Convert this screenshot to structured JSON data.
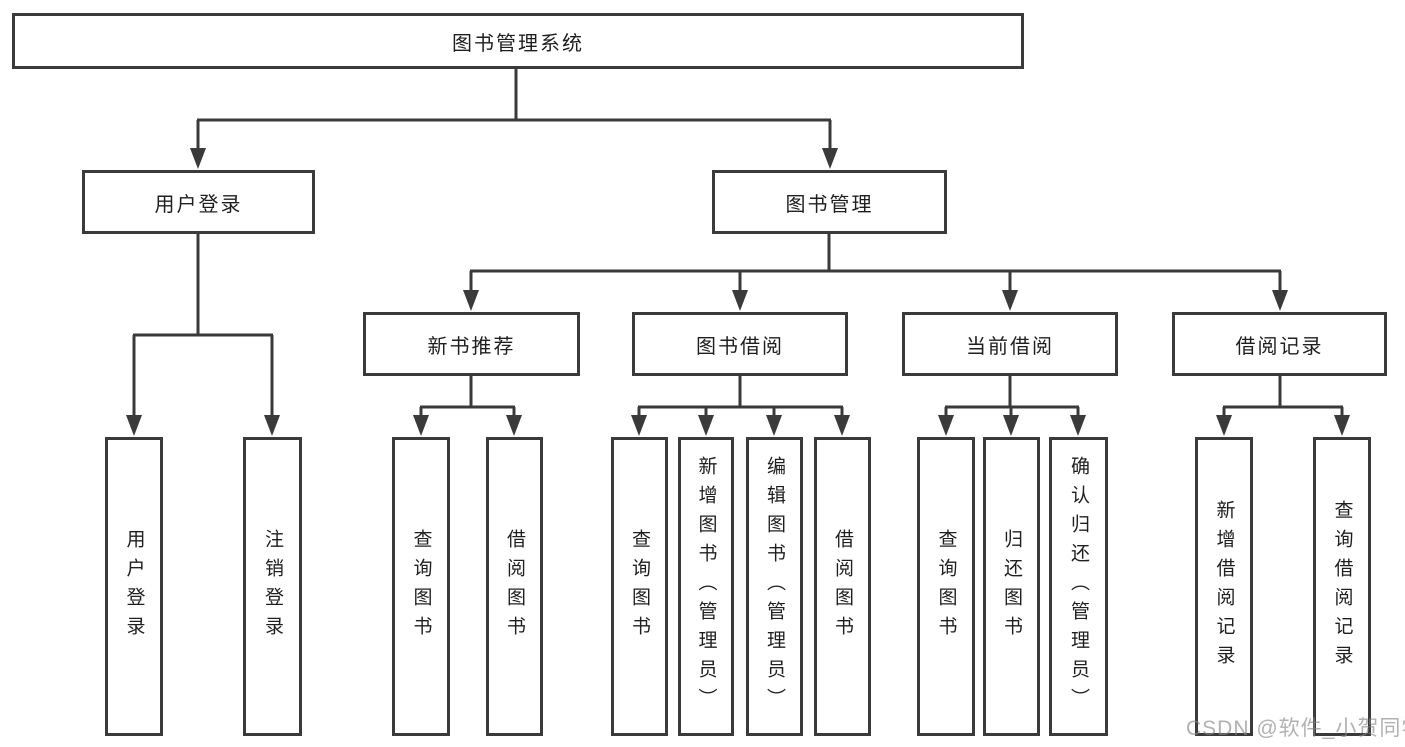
{
  "diagram": {
    "root": {
      "label": "图书管理系统"
    },
    "branches": [
      {
        "label": "用户登录",
        "children": [
          "用户登录",
          "注销登录"
        ]
      },
      {
        "label": "图书管理",
        "children": [
          {
            "label": "新书推荐",
            "children": [
              "查询图书",
              "借阅图书"
            ]
          },
          {
            "label": "图书借阅",
            "children": [
              "查询图书",
              "新增图书（管理员）",
              "编辑图书（管理员）",
              "借阅图书"
            ]
          },
          {
            "label": "当前借阅",
            "children": [
              "查询图书",
              "归还图书",
              "确认归还（管理员）"
            ]
          },
          {
            "label": "借阅记录",
            "children": [
              "新增借阅记录",
              "查询借阅记录"
            ]
          }
        ]
      }
    ],
    "watermark": "CSDN @软件_小贺同学",
    "colors": {
      "line": "#3a3a3a",
      "text": "#1f1f1f",
      "watermark": "#878787"
    }
  }
}
